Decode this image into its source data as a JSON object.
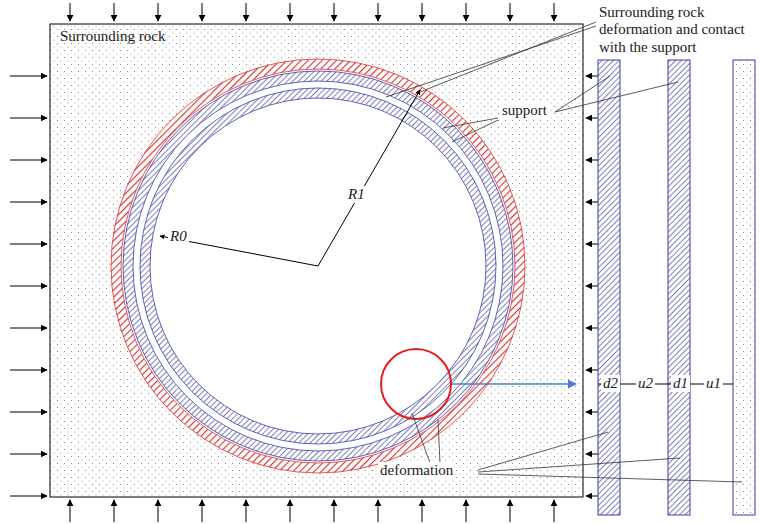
{
  "diagram": {
    "labels": [
      "Surrounding rock",
      "Surrounding rock deformation and contact with the support",
      "support",
      "R1",
      "R0",
      "deformation",
      "d2",
      "u2",
      "d1",
      "u1"
    ]
  }
}
